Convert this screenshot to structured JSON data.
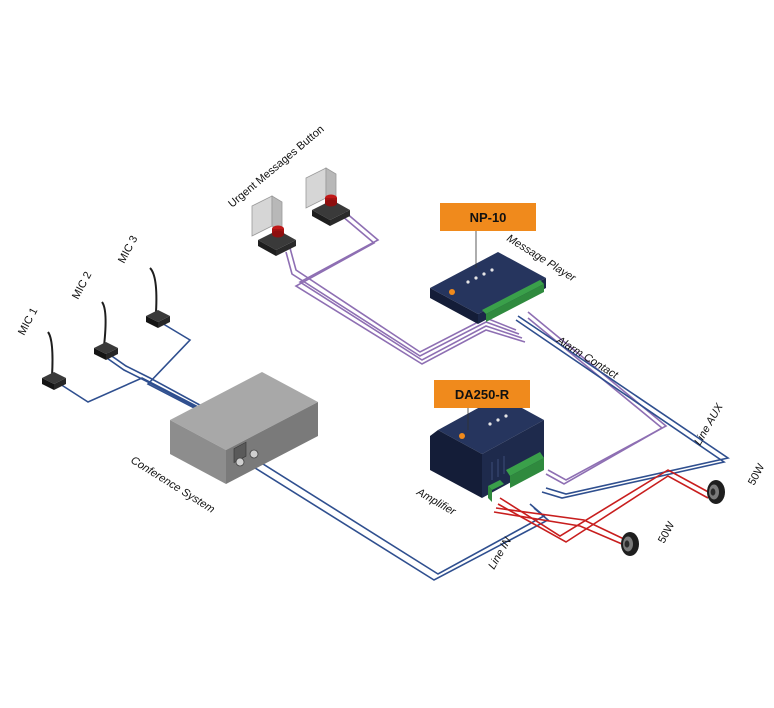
{
  "labels": {
    "urgent": "Urgent Messages Button",
    "mic1": "MIC 1",
    "mic2": "MIC 2",
    "mic3": "MIC 3",
    "message_player": "Message Player",
    "alarm_contact": "Alarm Contact",
    "line_aux": "Line AUX",
    "conference": "Conference System",
    "amplifier": "Amplifier",
    "line_in": "Line IN",
    "speaker_right": "50W",
    "speaker_center": "50W"
  },
  "tags": {
    "np10": "NP-10",
    "da250": "DA250-R"
  },
  "colors": {
    "tag_fill": "#f08a1c",
    "wire_blue": "#2f4f8f",
    "wire_purple": "#8e6fb3",
    "wire_red": "#c81e1e",
    "device_dark": "#1d2a4d",
    "terminal_green": "#3aa04a",
    "conference_gray": "#9c9c9c"
  }
}
